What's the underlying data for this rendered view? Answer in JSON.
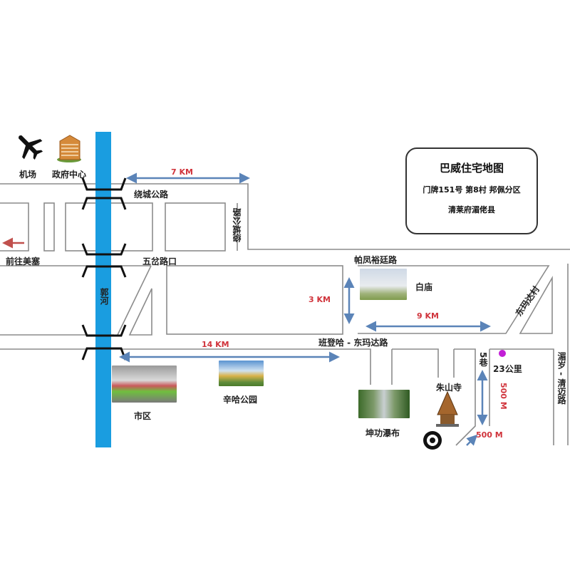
{
  "title_card": {
    "title": "巴威住宅地图",
    "address_line1": "门牌151号 第8村 邦佩分区",
    "address_line2": "清莱府湄佬县"
  },
  "landmarks": {
    "airport": "机场",
    "government_center": "政府中心",
    "to_mae_sai": "前往美塞",
    "five_way_junction": "五岔路口",
    "river": "郭河",
    "white_temple": "白庙",
    "downtown": "市区",
    "singha_park": "辛哈公园",
    "khun_korn_waterfall": "坤功瀑布",
    "zhushan_temple": "朱山寺",
    "km23": "23公里"
  },
  "roads": {
    "ring_road_h": "绕城公路",
    "ring_road_v": "绕城公路",
    "phahonyothin": "帕凤裕廷路",
    "ban_den_dong_mada": "班登哈 - 东玛达路",
    "dong_mada_village": "东玛达村",
    "lane5": "5巷",
    "mae_lao_chiang_mai": "湄岁 - 清迈路"
  },
  "distances": {
    "d7km": "7 KM",
    "d3km": "3 KM",
    "d9km": "9 KM",
    "d14km": "14 KM",
    "d500m_v": "500 M",
    "d500m_d": "500 M"
  },
  "colors": {
    "river": "#1a9de0",
    "distance_text": "#d0343c",
    "arrow": "#5b84b8",
    "road_line": "#8c8c8c",
    "marker": "#c21fd6"
  }
}
